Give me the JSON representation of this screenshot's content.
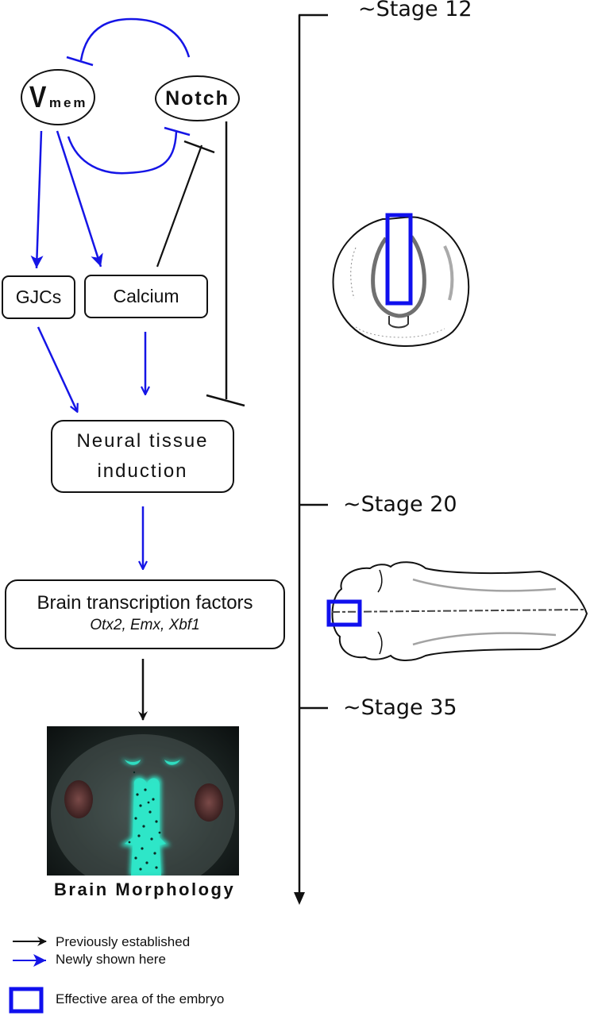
{
  "colors": {
    "established": "#111111",
    "new": "#1515e6",
    "effective_area": "#1010ee",
    "fluorescence": "#2fe6c8"
  },
  "nodes": {
    "vmem": {
      "main": "V",
      "subscript": "mem"
    },
    "notch": {
      "label": "Notch"
    },
    "gjcs": {
      "label": "GJCs"
    },
    "calcium": {
      "label": "Calcium"
    },
    "neural": {
      "line1": "Neural tissue",
      "line2": "induction"
    },
    "brain_tf": {
      "title": "Brain transcription factors",
      "genes": "Otx2, Emx, Xbf1"
    },
    "morphology": {
      "label": "Brain Morphology"
    }
  },
  "edges": [
    {
      "from": "Notch",
      "to": "Vmem",
      "type": "inhibition",
      "kind": "new"
    },
    {
      "from": "Vmem",
      "to": "Notch",
      "type": "inhibition",
      "kind": "new"
    },
    {
      "from": "Calcium",
      "to": "Notch",
      "type": "inhibition",
      "kind": "established"
    },
    {
      "from": "Notch",
      "to": "Neural tissue induction",
      "type": "inhibition",
      "kind": "established"
    },
    {
      "from": "Vmem",
      "to": "GJCs",
      "type": "activation",
      "kind": "new"
    },
    {
      "from": "Vmem",
      "to": "Calcium",
      "type": "activation",
      "kind": "new"
    },
    {
      "from": "GJCs",
      "to": "Neural tissue induction",
      "type": "activation",
      "kind": "new"
    },
    {
      "from": "Calcium",
      "to": "Neural tissue induction",
      "type": "activation",
      "kind": "new"
    },
    {
      "from": "Neural tissue induction",
      "to": "Brain transcription factors",
      "type": "activation",
      "kind": "new"
    },
    {
      "from": "Brain transcription factors",
      "to": "Brain Morphology",
      "type": "activation",
      "kind": "established"
    }
  ],
  "timeline": {
    "stages": [
      "~Stage 12",
      "~Stage 20",
      "~Stage 35"
    ],
    "illustrations": [
      {
        "stage": "~Stage 12",
        "description": "embryo dorsal view (neural plate)",
        "effective_area": "neural plate midline"
      },
      {
        "stage": "~Stage 20",
        "description": "embryo dorsal view (elongated)",
        "effective_area": "anterior neural tube"
      }
    ]
  },
  "legend": {
    "items": [
      {
        "symbol": "black-arrow",
        "label": "Previously established"
      },
      {
        "symbol": "blue-arrow",
        "label": "Newly shown here"
      },
      {
        "symbol": "blue-box",
        "label": "Effective area of the embryo"
      }
    ]
  }
}
